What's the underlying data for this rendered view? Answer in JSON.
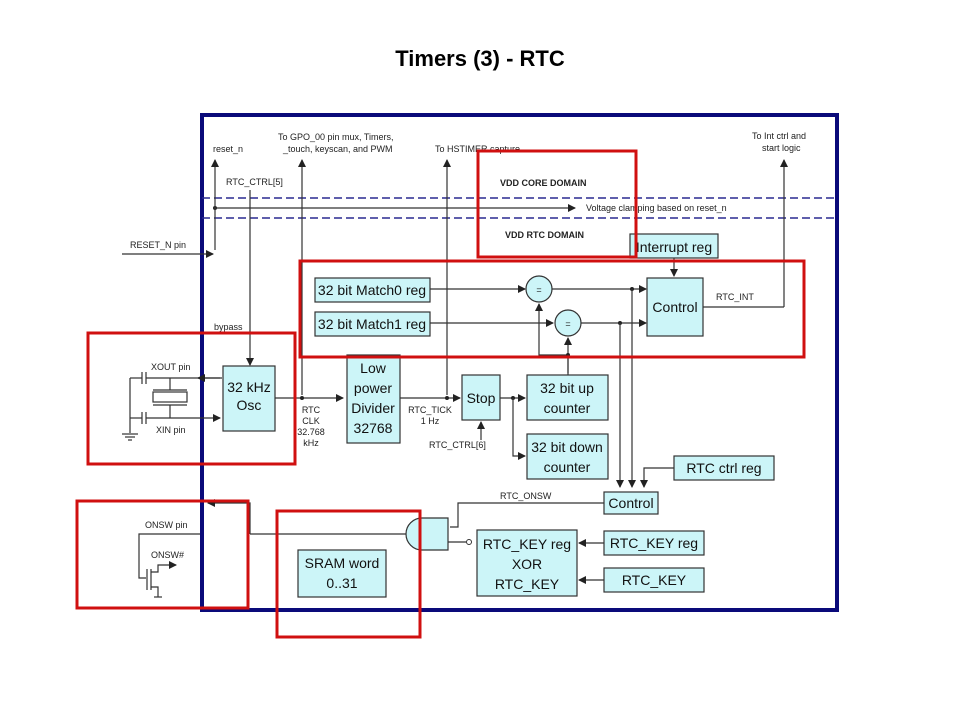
{
  "title": "Timers (3) - RTC",
  "domains": {
    "core": "VDD CORE DOMAIN",
    "rtc": "VDD RTC DOMAIN",
    "clamp": "Voltage clamping based on reset_n"
  },
  "signals": {
    "reset_n": "reset_n",
    "gpo_line1": "To GPO_00 pin mux, Timers,",
    "gpo_line2": "_touch, keyscan, and PWM",
    "hstimer": "To HSTIMER capture",
    "intctrl_line1": "To Int ctrl and",
    "intctrl_line2": "start logic",
    "rtc_ctrl5": "RTC_CTRL[5]",
    "reset_pin": "RESET_N pin",
    "bypass": "bypass",
    "xout": "XOUT pin",
    "xin": "XIN pin",
    "rtc_clk_1": "RTC",
    "rtc_clk_2": "CLK",
    "rtc_clk_3": "32.768",
    "rtc_clk_4": "kHz",
    "rtc_tick_1": "RTC_TICK",
    "rtc_tick_2": "1 Hz",
    "rtc_ctrl6": "RTC_CTRL[6]",
    "rtc_int": "RTC_INT",
    "rtc_onsw": "RTC_ONSW",
    "onsw_pin": "ONSW pin",
    "onsw_n": "ONSW#"
  },
  "blocks": {
    "match0": "32 bit Match0 reg",
    "match1": "32 bit Match1 reg",
    "eq": "=",
    "interrupt_reg": "Interrupt reg",
    "control_int": "Control",
    "osc_1": "32 kHz",
    "osc_2": "Osc",
    "div_1": "Low",
    "div_2": "power",
    "div_3": "Divider",
    "div_4": "32768",
    "stop": "Stop",
    "up_1": "32 bit up",
    "up_2": "counter",
    "down_1": "32 bit down",
    "down_2": "counter",
    "rtc_ctrl_reg": "RTC ctrl reg",
    "control_onsw": "Control",
    "key_xor_1": "RTC_KEY reg",
    "key_xor_2": "XOR",
    "key_xor_3": "RTC_KEY",
    "key_reg": "RTC_KEY reg",
    "key": "RTC_KEY",
    "sram_1": "SRAM word",
    "sram_2": "0..31"
  },
  "colors": {
    "block_fill": "#ccf5f8",
    "frame": "#0a0a7a",
    "highlight": "#d01010"
  }
}
